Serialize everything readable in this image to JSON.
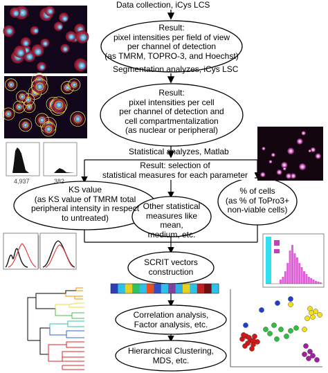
{
  "steps": {
    "collection": "Data collection, iCys LCS",
    "segmentation": "Segmentation analyzes, iCys LSC",
    "statistical": "Statistical analyzes, Matlab"
  },
  "results": {
    "r1": [
      "Result:",
      "pixel intensities per field of view",
      "per channel of detection",
      "(as TMRM, TOPRO-3, and Hoechst)"
    ],
    "r2": [
      "Result:",
      "pixel intensities per cell",
      "per channel of detection and",
      "cell compartmentalization",
      "(as nuclear or peripheral)"
    ],
    "r3": [
      "Result:   selection of",
      "statistical measures   for each parameter"
    ]
  },
  "measures": {
    "ks": [
      "KS value",
      "(as KS value of TMRM total",
      "peripheral intensity in respect",
      "to untreated)"
    ],
    "other": [
      "Other statistical",
      "measures like mean,",
      "medium, etc."
    ],
    "pct": [
      "% of cells",
      "(as  % of ToPro3+",
      "non-viable cells)"
    ]
  },
  "downstream": {
    "scrit": [
      "SCRIT vectors",
      "construction"
    ],
    "corr": [
      "Correlation analysis,",
      "Factor analysis, etc."
    ],
    "hier": [
      "Hierarchical Clustering,",
      "MDS, etc."
    ]
  },
  "histogram_labels": [
    "4,937",
    "382"
  ],
  "colors": {
    "micro_bg": "#12061a",
    "cell_red": "#c0283a",
    "nucleus_blue": "#6cb8e8",
    "bar_strip": [
      "#2a3fb8",
      "#2ec0e8",
      "#e8d020",
      "#30c060",
      "#2ec0e8",
      "#e85020",
      "#3050c8",
      "#2ec0e8",
      "#8040a0",
      "#30b0e0",
      "#e8d020",
      "#2ec0e8",
      "#c02020",
      "#6a1010",
      "#2ec0e8"
    ],
    "scatter": [
      "#1f3fcf",
      "#f2e01a",
      "#2fbf3f",
      "#d01818",
      "#a020a0"
    ]
  }
}
